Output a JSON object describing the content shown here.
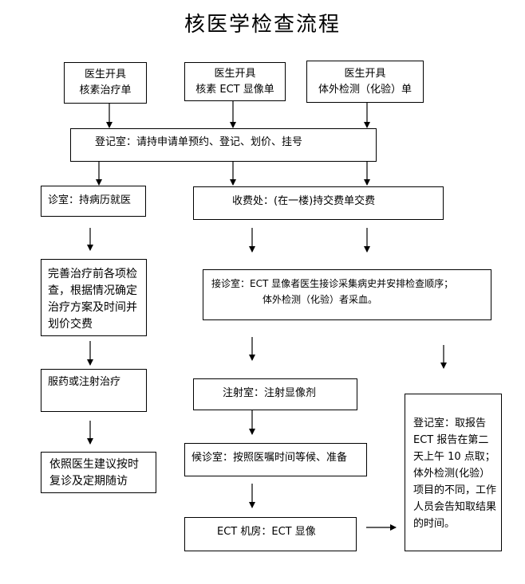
{
  "title": "核医学检查流程",
  "boxes": {
    "treatment_order": {
      "line1": "医生开具",
      "line2": "核素治疗单"
    },
    "ect_order": {
      "line1": "医生开具",
      "line2": "核素 ECT 显像单"
    },
    "invitro_order": {
      "line1": "医生开具",
      "line2": "体外检测（化验）单"
    },
    "registration": "登记室：请持申请单预约、登记、划价、挂号",
    "clinic": "诊室：持病历就医",
    "cashier": "收费处：(在一楼)持交费单交费",
    "pre_treatment": "完善治疗前各项检查，根据情况确定治疗方案及时间并划价交费",
    "reception": {
      "line1": "接诊室：ECT 显像者医生接诊采集病史并安排检查顺序；",
      "line2": "体外检测（化验）者采血。"
    },
    "medication": "服药或注射治疗",
    "injection": "注射室：注射显像剂",
    "followup": "依照医生建议按时复诊及定期随访",
    "waiting": "候诊室：按照医嘱时间等候、准备",
    "ect_room": "ECT 机房：ECT 显像",
    "result": "登记室：取报告ECT 报告在第二天上午 10 点取；体外检测(化验）项目的不同，工作人员会告知取结果的时间。"
  }
}
